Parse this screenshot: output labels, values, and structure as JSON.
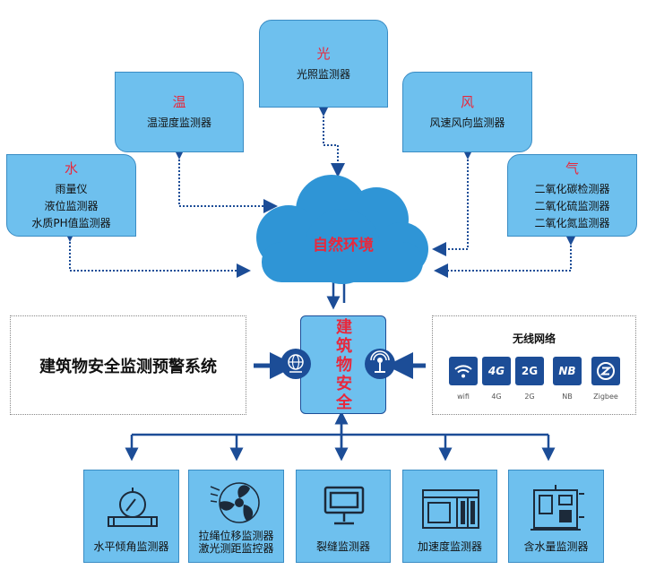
{
  "env": {
    "water": {
      "title": "水",
      "items": [
        "雨量仪",
        "液位监测器",
        "水质PH值监测器"
      ]
    },
    "temp": {
      "title": "温",
      "items": [
        "温湿度监测器"
      ]
    },
    "light": {
      "title": "光",
      "items": [
        "光照监测器"
      ]
    },
    "wind": {
      "title": "风",
      "items": [
        "风速风向监测器"
      ]
    },
    "gas": {
      "title": "气",
      "items": [
        "二氧化碳检测器",
        "二氧化硫监测器",
        "二氧化氮监测器"
      ]
    }
  },
  "cloud_label": "自然环境",
  "system_label": "建筑物安全监测预警系统",
  "center_label": [
    "建",
    "筑",
    "物",
    "安",
    "全"
  ],
  "network": {
    "title": "无线网络",
    "items": [
      {
        "glyph": "wifi-icon",
        "label": "wifi"
      },
      {
        "glyph": "4G",
        "label": "4G"
      },
      {
        "glyph": "2G",
        "label": "2G"
      },
      {
        "glyph": "NB",
        "label": "NB"
      },
      {
        "glyph": "zigbee-icon",
        "label": "Zigbee"
      }
    ]
  },
  "sensors": [
    {
      "icon": "tilt-sensor-icon",
      "lines": [
        "水平倾角监测器"
      ]
    },
    {
      "icon": "fan-displacement-icon",
      "lines": [
        "拉绳位移监测器",
        "激光测距监控器"
      ]
    },
    {
      "icon": "monitor-icon",
      "lines": [
        "裂缝监测器"
      ]
    },
    {
      "icon": "acceleration-device-icon",
      "lines": [
        "加速度监测器"
      ]
    },
    {
      "icon": "moisture-device-icon",
      "lines": [
        "含水量监测器"
      ]
    }
  ],
  "colors": {
    "card": "#6ec0ee",
    "navy": "#1c4d97",
    "red": "#e8283c",
    "cloud": "#2f95d6"
  }
}
